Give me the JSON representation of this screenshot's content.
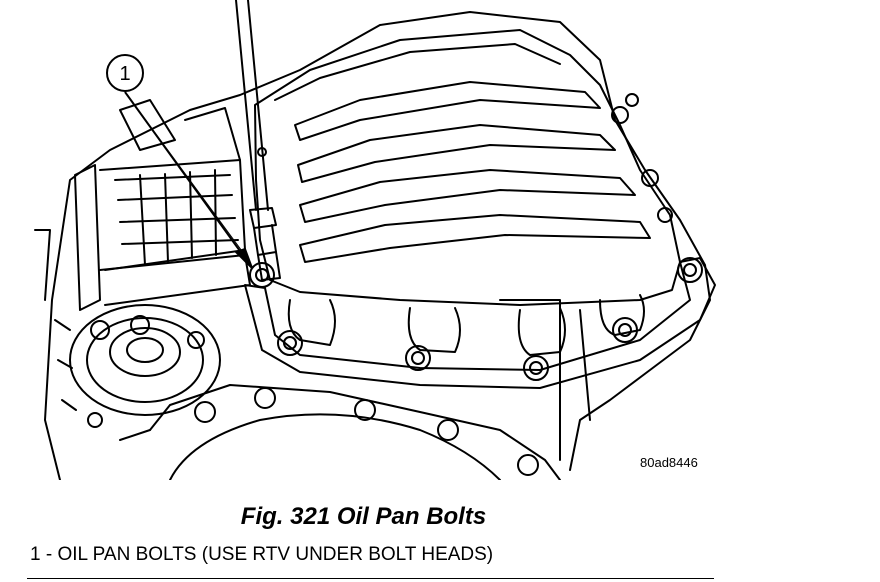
{
  "figure": {
    "image_code": "80ad8446",
    "callout_number": "1",
    "caption": "Fig. 321 Oil Pan Bolts"
  },
  "legend": [
    {
      "text": "1 - OIL PAN BOLTS (USE RTV UNDER BOLT HEADS)"
    }
  ],
  "colors": {
    "line": "#000000",
    "background": "#ffffff"
  }
}
